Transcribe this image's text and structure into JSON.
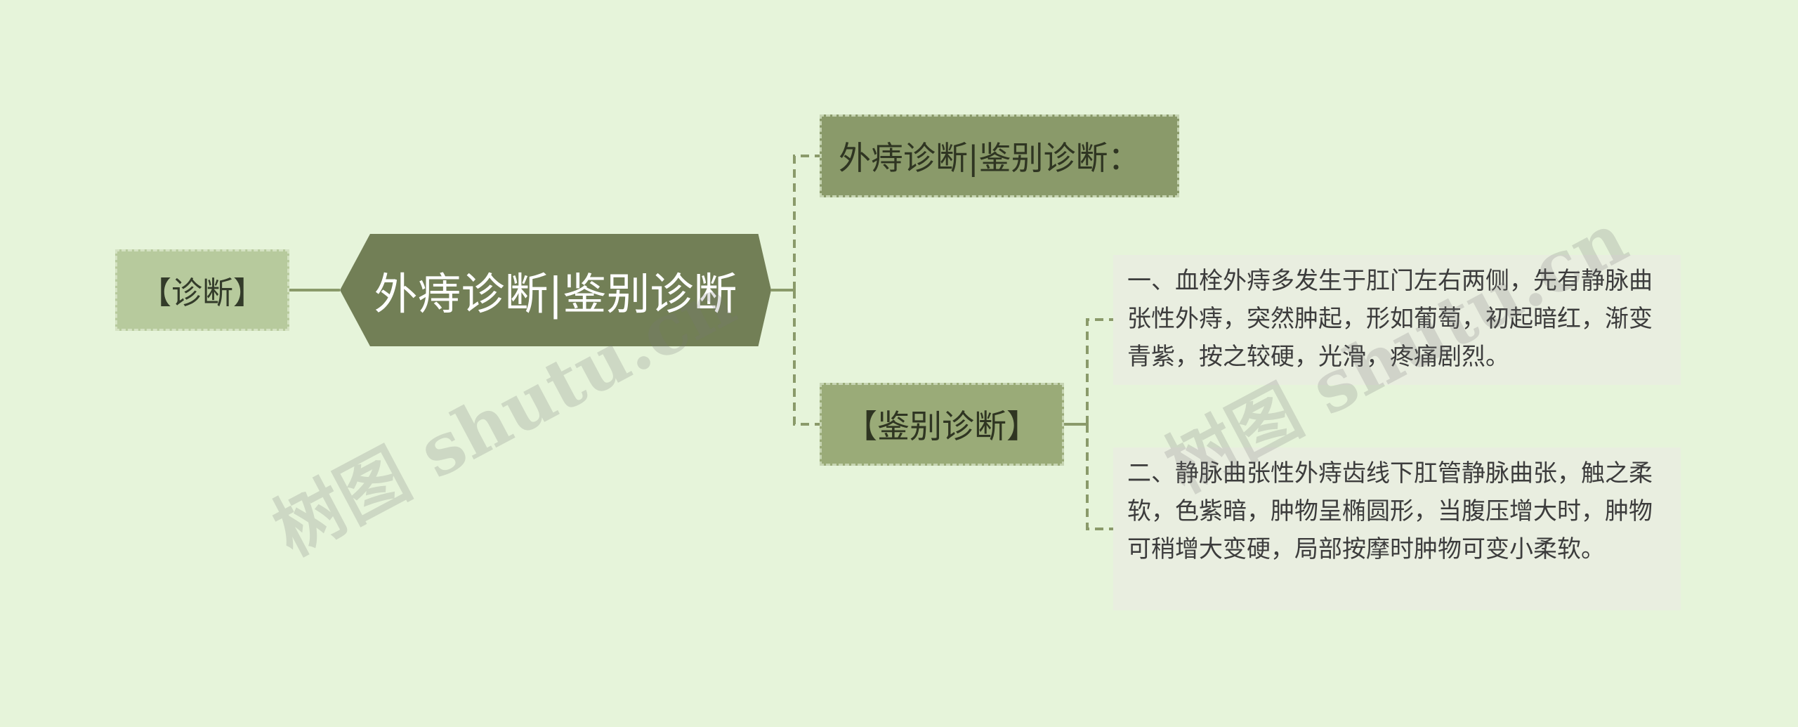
{
  "nodes": {
    "left": "【诊断】",
    "center": "外痔诊断|鉴别诊断",
    "top_right": "外痔诊断|鉴别诊断：",
    "mid_right": "【鉴别诊断】"
  },
  "notes": [
    "一、血栓外痔多发生于肛门左右两侧，先有静脉曲张性外痔，突然肿起，形如葡萄，初起暗红，渐变青紫，按之较硬，光滑，疼痛剧烈。",
    "二、静脉曲张性外痔齿线下肛管静脉曲张，触之柔软，色紫暗，肿物呈椭圆形，当腹压增大时，肿物可稍增大变硬，局部按摩时肿物可变小柔软。"
  ],
  "watermark": "树图 shutu.cn",
  "colors": {
    "background": "#e6f4da",
    "center": "#727f56",
    "left": "#b7ca9d",
    "top_right": "#8a9a6a",
    "mid_right": "#9aab78",
    "note_bg": "#e9eee0",
    "connector": "#8a9a6a"
  }
}
